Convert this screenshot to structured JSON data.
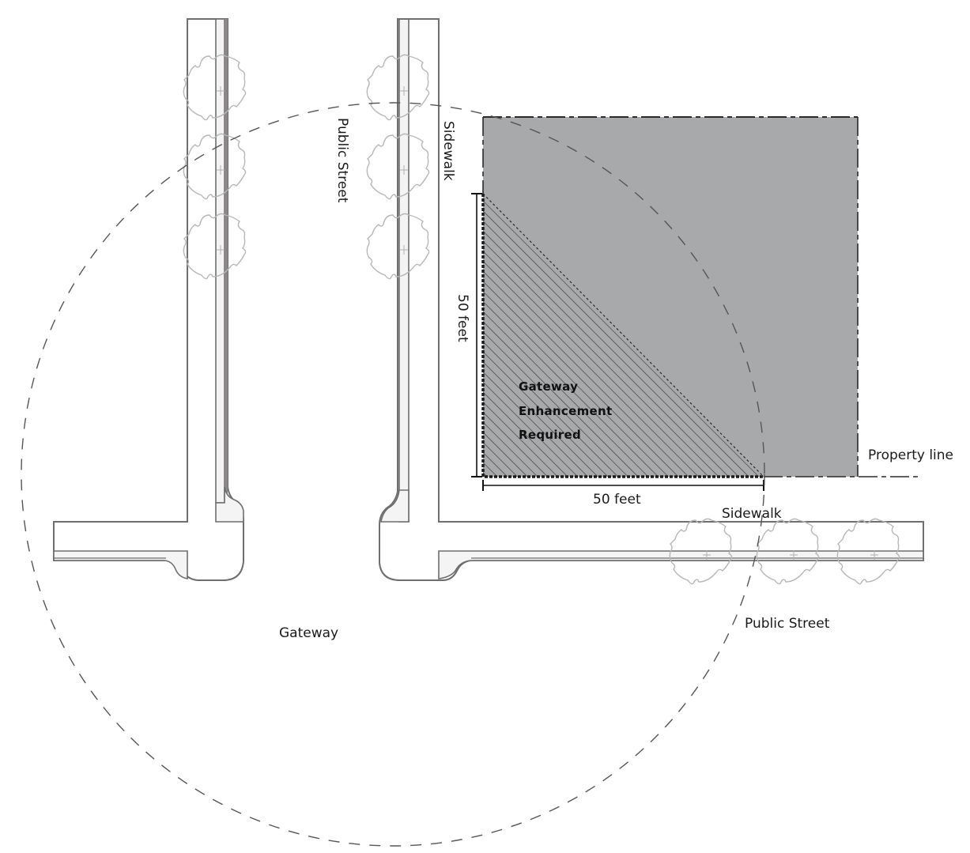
{
  "diagram": {
    "title": "Gateway Enhancement Corner Diagram",
    "labels": {
      "public_street_vertical": "Public Street",
      "sidewalk_vertical": "Sidewalk",
      "dimension_vertical": "50 feet",
      "dimension_horizontal": "50 feet",
      "enhancement_line1": "Gateway",
      "enhancement_line2": "Enhancement",
      "enhancement_line3": "Required",
      "property_line": "Property line",
      "sidewalk_horizontal": "Sidewalk",
      "public_street_horizontal": "Public Street",
      "gateway": "Gateway"
    },
    "colors": {
      "property_fill": "#a7a9ab",
      "hatch": "#3a3a3a",
      "road_stroke": "#6e6e6e",
      "sidewalk_fill": "#f4f4f4",
      "tree_stroke": "#b7b7b7",
      "gateway_circle": "#555555"
    },
    "trees": {
      "left_column_count": 3,
      "right_column_count": 3,
      "bottom_row_count": 3
    }
  }
}
